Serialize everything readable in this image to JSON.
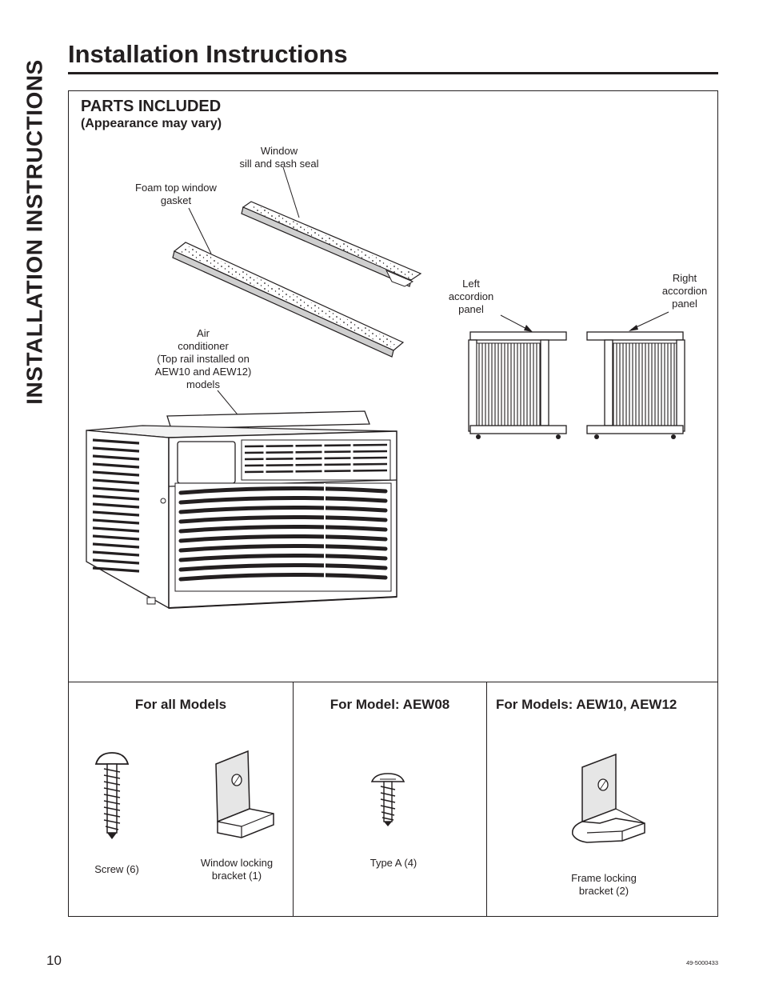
{
  "side_tab": "INSTALLATION INSTRUCTIONS",
  "page_title": "Installation Instructions",
  "parts": {
    "title": "PARTS INCLUDED",
    "subtitle": "(Appearance may vary)",
    "labels": {
      "window_seal": "Window\nsill and sash seal",
      "foam_gasket": "Foam top window\ngasket",
      "air_conditioner": "Air\nconditioner\n(Top rail installed on\nAEW10 and AEW12)\nmodels",
      "left_panel": "Left\naccordion\npanel",
      "right_panel": "Right\naccordion\npanel"
    }
  },
  "hardware": {
    "all_models": {
      "title": "For all Models",
      "screw_label": "Screw (6)",
      "bracket_label": "Window locking\nbracket (1)"
    },
    "aew08": {
      "title": "For Model: AEW08",
      "type_a_label": "Type A (4)"
    },
    "aew10_12": {
      "title": "For Models: AEW10, AEW12",
      "frame_bracket_label": "Frame locking\nbracket (2)"
    }
  },
  "footer": {
    "page_number": "10",
    "doc_number": "49-5000433"
  }
}
